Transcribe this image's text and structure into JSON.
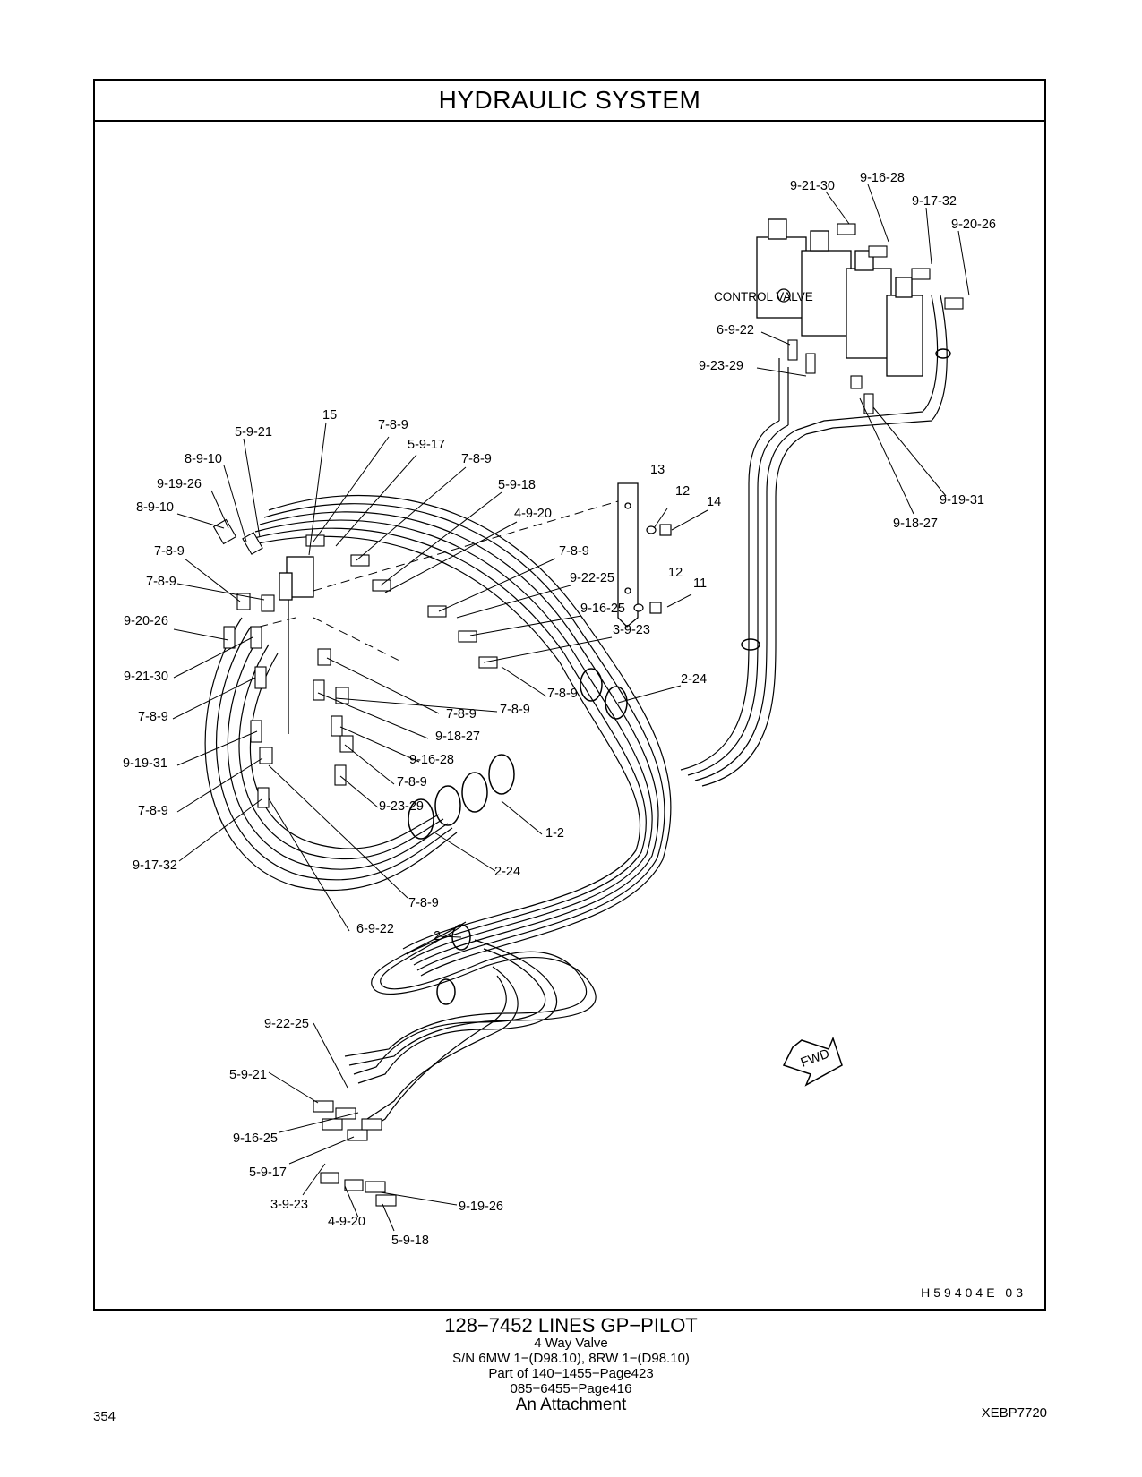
{
  "header": {
    "title": "HYDRAULIC   SYSTEM"
  },
  "drawing_id": "H59404E    03",
  "control_valve_label": "CONTROL  VALVE",
  "callouts": {
    "c_9_21_30_top": "9-21-30",
    "c_9_16_28_top": "9-16-28",
    "c_9_17_32_top": "9-17-32",
    "c_9_20_26_top": "9-20-26",
    "c_6_9_22_top": "6-9-22",
    "c_9_23_29_top": "9-23-29",
    "c_9_19_31_right": "9-19-31",
    "c_9_18_27_right": "9-18-27",
    "c_15": "15",
    "c_5_9_21_a": "5-9-21",
    "c_7_8_9_a": "7-8-9",
    "c_5_9_17_a": "5-9-17",
    "c_8_9_10_a": "8-9-10",
    "c_7_8_9_b": "7-8-9",
    "c_9_19_26_a": "9-19-26",
    "c_5_9_18_a": "5-9-18",
    "c_8_9_10_b": "8-9-10",
    "c_4_9_20_a": "4-9-20",
    "c_13": "13",
    "c_12_a": "12",
    "c_14": "14",
    "c_7_8_9_c": "7-8-9",
    "c_7_8_9_d": "7-8-9",
    "c_7_8_9_e": "7-8-9",
    "c_9_22_25_a": "9-22-25",
    "c_12_b": "12",
    "c_11": "11",
    "c_9_20_26_left": "9-20-26",
    "c_9_16_25_a": "9-16-25",
    "c_3_9_23_a": "3-9-23",
    "c_9_21_30_left": "9-21-30",
    "c_7_8_9_f": "7-8-9",
    "c_2_24_a": "2-24",
    "c_7_8_9_g": "7-8-9",
    "c_7_8_9_h": "7-8-9",
    "c_7_8_9_i": "7-8-9",
    "c_9_18_27_left": "9-18-27",
    "c_9_19_31_left": "9-19-31",
    "c_9_16_28_left": "9-16-28",
    "c_7_8_9_j": "7-8-9",
    "c_7_8_9_k": "7-8-9",
    "c_9_23_29_left": "9-23-29",
    "c_1_2": "1-2",
    "c_9_17_32_left": "9-17-32",
    "c_2_24_b": "2-24",
    "c_7_8_9_l": "7-8-9",
    "c_6_9_22_left": "6-9-22",
    "c_2": "2",
    "c_9_22_25_b": "9-22-25",
    "c_5_9_21_b": "5-9-21",
    "c_9_16_25_b": "9-16-25",
    "c_5_9_17_b": "5-9-17",
    "c_3_9_23_b": "3-9-23",
    "c_4_9_20_b": "4-9-20",
    "c_9_19_26_b": "9-19-26",
    "c_5_9_18_b": "5-9-18",
    "fwd": "FWD"
  },
  "caption": {
    "title": "128−7452   LINES  GP−PILOT",
    "subtitle": "4  Way  Valve",
    "serial": "S/N 6MW 1−(D98.10), 8RW 1−(D98.10)",
    "part_of": "Part of 140−1455−Page423",
    "ref": "085−6455−Page416",
    "attachment": "An Attachment"
  },
  "footer": {
    "page_number": "354",
    "doc_code": "XEBP7720"
  }
}
